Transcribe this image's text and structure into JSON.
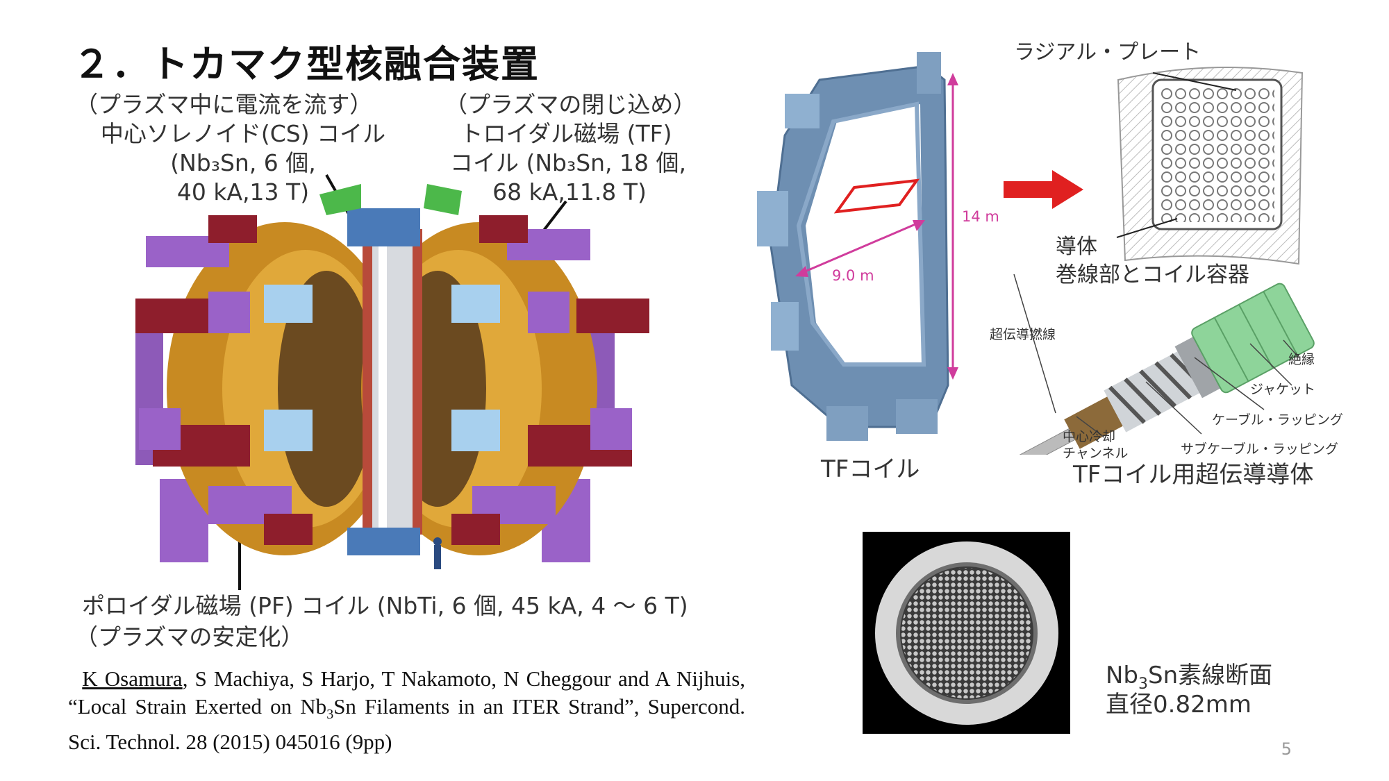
{
  "slide": {
    "title": "２．トカマク型核融合装置",
    "page_number": "5"
  },
  "tokamak": {
    "cs_role": "（プラズマ中に電流を流す）",
    "cs_name": "中心ソレノイド(CS) コイル",
    "cs_spec1": "(Nb₃Sn, 6 個,",
    "cs_spec2": "40 kA,13 T)",
    "tf_role": "（プラズマの閉じ込め）",
    "tf_name": "トロイダル磁場 (TF)",
    "tf_spec1": "コイル (Nb₃Sn, 18 個,",
    "tf_spec2": "68 kA,11.8 T)",
    "pf_name": "ポロイダル磁場 (PF) コイル (NbTi, 6 個, 45 kA, 4 〜 6 T)",
    "pf_role": "（プラズマの安定化）"
  },
  "tf_coil": {
    "caption": "TFコイル",
    "height_label": "14 m",
    "width_label": "9.0 m"
  },
  "radial_plate": {
    "label": "ラジアル・プレート",
    "conductor_label": "導体",
    "caption": "巻線部とコイル容器"
  },
  "conductor": {
    "caption": "TFコイル用超伝導導体",
    "strand_label": "超伝導撚線",
    "insulation_label": "絶縁",
    "jacket_label": "ジャケット",
    "cable_wrap_label": "ケーブル・ラッピング",
    "subcable_wrap_label": "サブケーブル・ラッピング",
    "cooling_label_1": "中心冷却",
    "cooling_label_2": "チャンネル"
  },
  "strand": {
    "caption_prefix": "Nb",
    "caption_sub": "3",
    "caption_suffix": "Sn素線断面",
    "diameter": "直径0.82mm"
  },
  "reference": {
    "author_first": "K Osamura",
    "authors_rest": ", S Machiya, S Harjo, T Nakamoto, N Cheggour and A Nijhuis, “Local Strain Exerted on Nb",
    "sub": "3",
    "title_rest": "Sn Filaments in an ITER Strand”, Supercond. Sci. Technol. 28 (2015) 045016 (9pp)"
  },
  "colors": {
    "tf_coil_orange": "#d89a2a",
    "pf_coil_purple": "#9a62c8",
    "pf_coil_red": "#8e1e2c",
    "cs_grey": "#c8ccd0",
    "steel_blue": "#7396b8",
    "arrow_red": "#e02020",
    "dim_magenta": "#d03c9c",
    "insulation_green": "#8ed49a"
  }
}
